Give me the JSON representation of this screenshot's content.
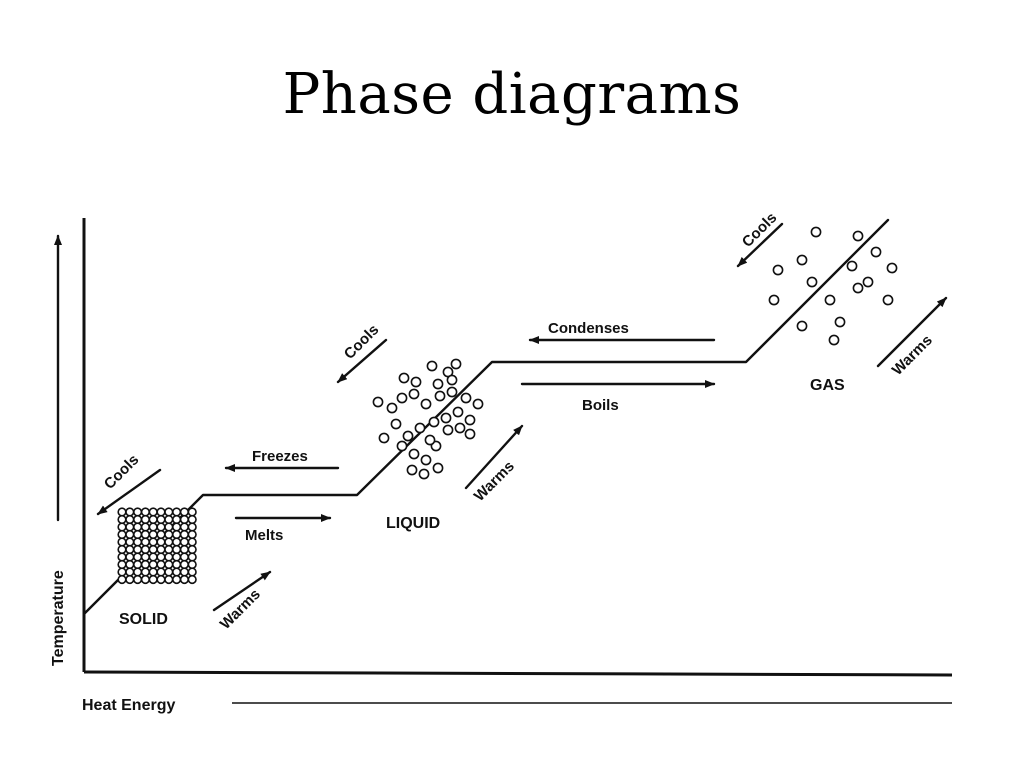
{
  "slide": {
    "title": "Phase diagrams"
  },
  "diagram": {
    "y_axis_label": "Temperature",
    "x_axis_label": "Heat Energy",
    "phases": {
      "solid": "SOLID",
      "liquid": "LIQUID",
      "gas": "GAS"
    },
    "transitions": {
      "melts": "Melts",
      "freezes": "Freezes",
      "boils": "Boils",
      "condenses": "Condenses"
    },
    "slope_labels": {
      "cools": "Cools",
      "warms": "Warms"
    }
  }
}
